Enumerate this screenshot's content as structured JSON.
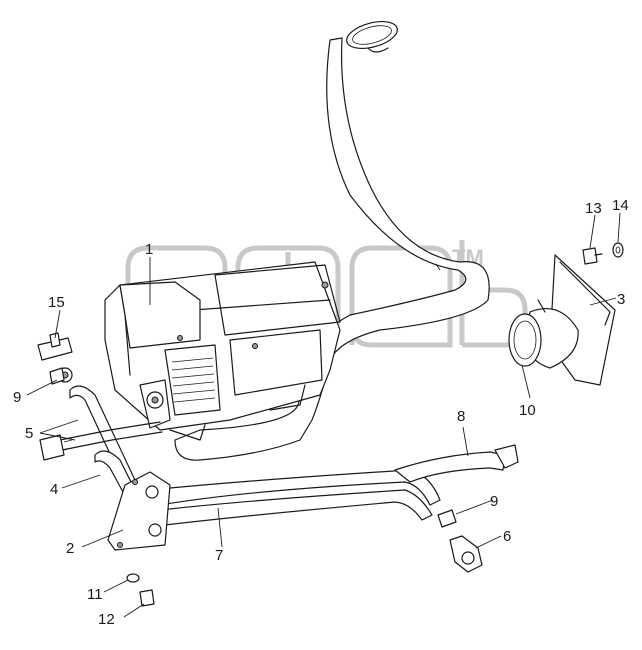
{
  "diagram": {
    "callouts": [
      {
        "id": "c1",
        "label": "1"
      },
      {
        "id": "c2",
        "label": "2"
      },
      {
        "id": "c3",
        "label": "3"
      },
      {
        "id": "c4",
        "label": "4"
      },
      {
        "id": "c5",
        "label": "5"
      },
      {
        "id": "c6",
        "label": "6"
      },
      {
        "id": "c7",
        "label": "7"
      },
      {
        "id": "c8",
        "label": "8"
      },
      {
        "id": "c9a",
        "label": "9"
      },
      {
        "id": "c9b",
        "label": "9"
      },
      {
        "id": "c10",
        "label": "10"
      },
      {
        "id": "c11",
        "label": "11"
      },
      {
        "id": "c12",
        "label": "12"
      },
      {
        "id": "c13",
        "label": "13"
      },
      {
        "id": "c14",
        "label": "14"
      },
      {
        "id": "c15",
        "label": "15"
      }
    ],
    "watermark": {
      "logo_letters": "ama",
      "trademark": "TM"
    },
    "colors": {
      "line": "#1a1a1a",
      "watermark": "#c8c8c8",
      "background": "#ffffff"
    }
  }
}
